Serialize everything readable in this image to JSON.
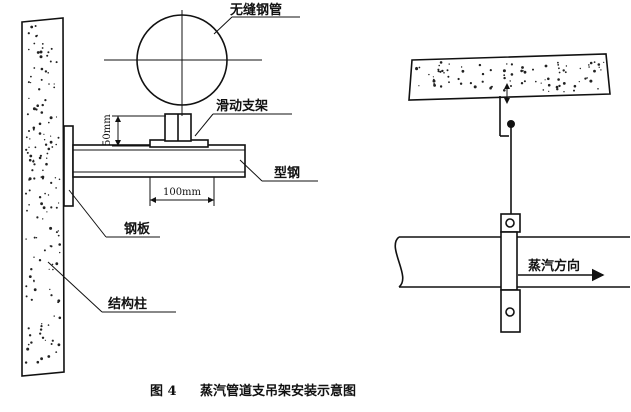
{
  "labels": {
    "seamless_pipe": "无缝钢管",
    "sliding_support": "滑动支架",
    "section_steel": "型钢",
    "steel_plate": "钢板",
    "structural_column": "结构柱",
    "steam_direction": "蒸汽方向",
    "dim_50": "50mm",
    "dim_100": "100mm"
  },
  "caption": {
    "number": "图 4",
    "title": "蒸汽管道支吊架安装示意图"
  }
}
